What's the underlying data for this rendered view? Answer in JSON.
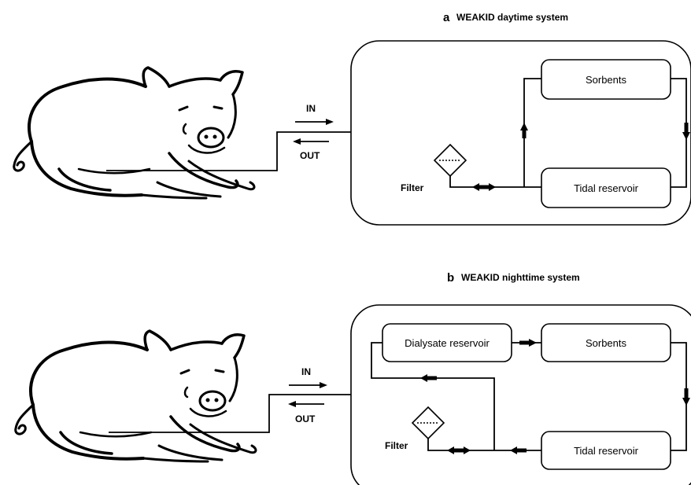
{
  "panel_a": {
    "letter": "a",
    "title": "WEAKID daytime system",
    "in_label": "IN",
    "out_label": "OUT",
    "filter_label": "Filter",
    "sorbents_label": "Sorbents",
    "tidal_label": "Tidal reservoir"
  },
  "panel_b": {
    "letter": "b",
    "title": "WEAKID nighttime system",
    "in_label": "IN",
    "out_label": "OUT",
    "filter_label": "Filter",
    "dialysate_label": "Dialysate reservoir",
    "sorbents_label": "Sorbents",
    "tidal_label": "Tidal reservoir"
  },
  "icons": [
    "pig-illustration",
    "filter-diamond-icon",
    "arrow-icon",
    "double-arrow-icon"
  ]
}
